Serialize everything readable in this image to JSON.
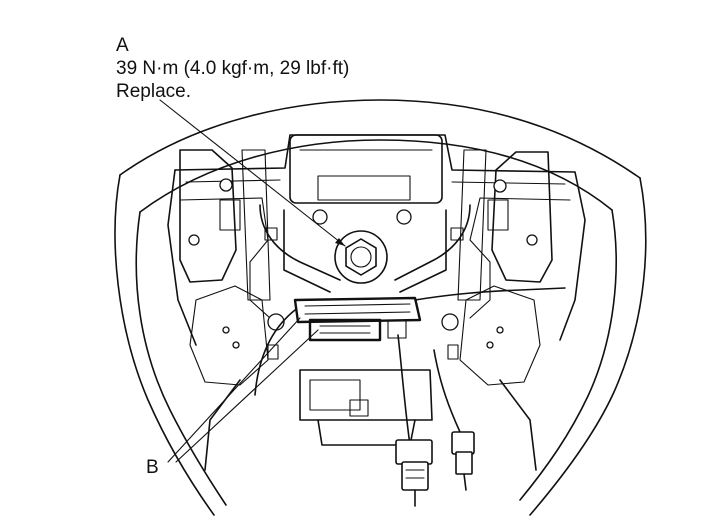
{
  "callouts": {
    "a": {
      "letter": "A",
      "torque": "39 N·m (4.0 kgf·m, 29 lbf·ft)",
      "note": "Replace."
    },
    "b": {
      "letter": "B"
    }
  },
  "colors": {
    "line": "#111111",
    "background": "#ffffff"
  }
}
